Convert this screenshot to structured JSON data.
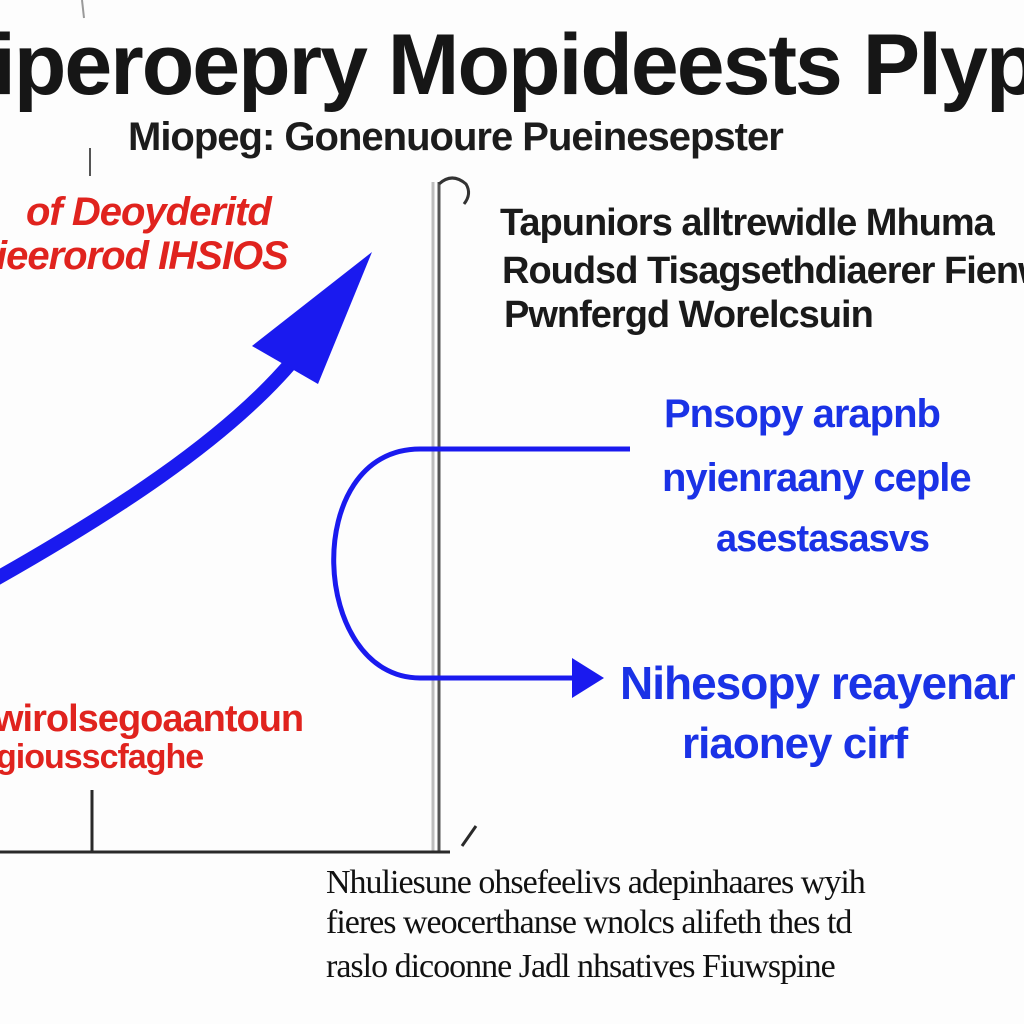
{
  "title": "iperoepry Mopideests Plyphst",
  "subtitle": "Miopeg: Gonenuoure Pueinesepster",
  "red_labels": {
    "top_line_1": "of Deoyderitd",
    "top_line_2": "ieerorod IHSIOS",
    "bottom_line_1": "wirolsegoaantoun",
    "bottom_line_2": "giousscfaghe"
  },
  "dark_labels": {
    "line_1": "Tapuniors alltrewidle Mhuma",
    "line_2": "Roudsd Tisagsethdiaerer Fienw",
    "line_3": "Pwnfergd Worelcsuin"
  },
  "blue_labels": {
    "upper_line_1": "Pnsopy arapnb",
    "upper_line_2": "nyienraany ceple",
    "upper_line_3": "asestasasvs",
    "lower_line_1": "Nihesopy reayenar",
    "lower_line_2": "riaoney cirf"
  },
  "footnote": {
    "line_1": "Nhuliesune ohsefeelivs adepinhaares wyih",
    "line_2": "fieres weocerthanse wnolcs alifeth thes td",
    "line_3": "raslo dicoonne Jadl nhsatives Fiuwspine"
  },
  "colors": {
    "arrow_blue": "#1a1aef",
    "label_red": "#e0231e",
    "label_blue": "#1a32e6",
    "axis_dark": "#2a2a2a"
  }
}
